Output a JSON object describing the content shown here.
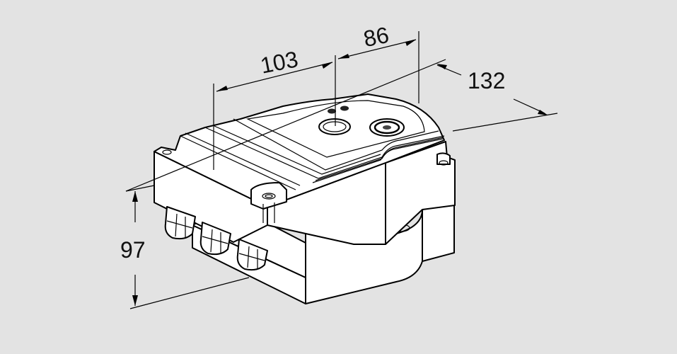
{
  "drawing": {
    "subject": "isometric dimension drawing of actuator housing with cable glands",
    "background_color": "#e3e3e3",
    "line_color": "#000000",
    "fill_color": "#ffffff",
    "dimensions": {
      "width_front": {
        "label": "103"
      },
      "width_rear": {
        "label": "86"
      },
      "depth": {
        "label": "132"
      },
      "height": {
        "label": "97"
      }
    },
    "features": {
      "cable_glands": 3,
      "top_indicator_dots": 2,
      "top_buttons": 2
    }
  }
}
